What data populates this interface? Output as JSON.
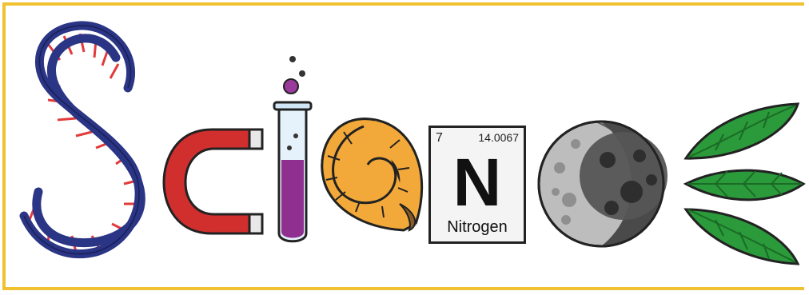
{
  "element": {
    "number": "7",
    "mass": "14.0067",
    "symbol": "N",
    "name": "Nitrogen"
  },
  "colors": {
    "frame": "#f0c232",
    "dna_strand": "#2a3585",
    "dna_rungs": "#e23b3b",
    "magnet": "#d12e2e",
    "tube_liquid": "#8f2f8f",
    "shell": "#f3a93a",
    "moon": "#555555",
    "leaf": "#2a9a3a"
  },
  "icons": [
    "dna-helix-icon",
    "magnet-icon",
    "test-tube-icon",
    "ammonite-shell-icon",
    "periodic-element-icon",
    "moon-icon",
    "leaves-icon"
  ]
}
